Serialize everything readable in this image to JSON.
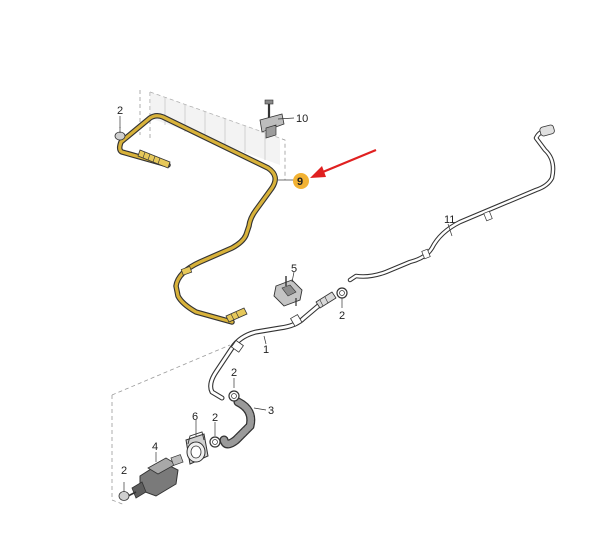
{
  "diagram": {
    "parts": [
      {
        "id": "2a",
        "label": "2",
        "name": "clamp-top-left"
      },
      {
        "id": "10",
        "label": "10",
        "name": "mounting-bracket-top"
      },
      {
        "id": "9",
        "label": "9",
        "name": "brake-line-highlighted",
        "highlighted": true
      },
      {
        "id": "11",
        "label": "11",
        "name": "fuel-pipe-long"
      },
      {
        "id": "5",
        "label": "5",
        "name": "connector-bracket"
      },
      {
        "id": "2b",
        "label": "2",
        "name": "clamp-right"
      },
      {
        "id": "1",
        "label": "1",
        "name": "hose-1"
      },
      {
        "id": "2c",
        "label": "2",
        "name": "clamp-mid"
      },
      {
        "id": "3",
        "label": "3",
        "name": "corrugated-hose"
      },
      {
        "id": "6",
        "label": "6",
        "name": "holder-bracket"
      },
      {
        "id": "2d",
        "label": "2",
        "name": "clamp-lower"
      },
      {
        "id": "4",
        "label": "4",
        "name": "filter-pump-unit"
      },
      {
        "id": "2e",
        "label": "2",
        "name": "clamp-bottom-left"
      }
    ],
    "colors": {
      "highlight_pipe": "#c9a227",
      "highlight_badge": "#f2b233",
      "arrow": "#e02020",
      "line": "#333333",
      "dashed": "#9a9a9a"
    }
  }
}
